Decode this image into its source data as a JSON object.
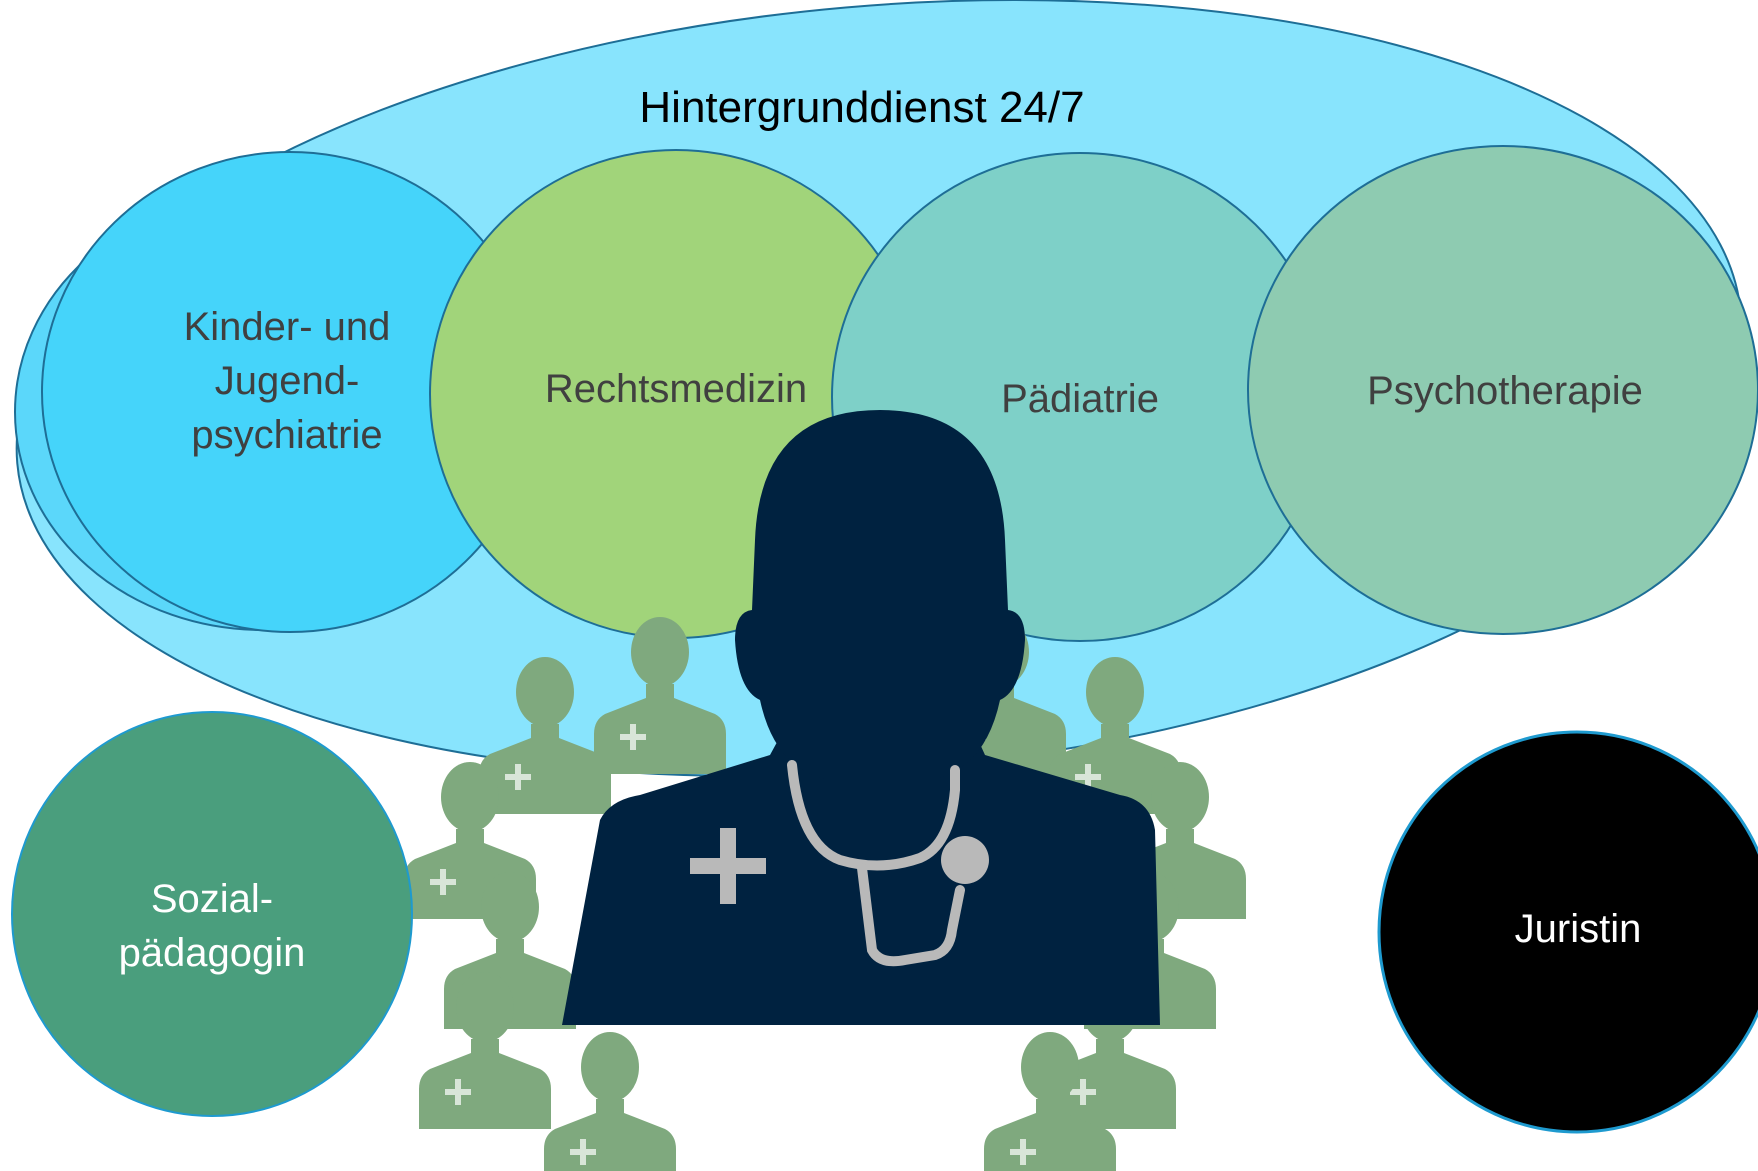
{
  "diagram": {
    "title": "Hintergrunddienst 24/7",
    "disciplines": [
      {
        "label_lines": [
          "Kinder- und",
          "Jugend-",
          "psychiatrie"
        ],
        "fill": "#45D4FA"
      },
      {
        "label_lines": [
          "Rechtsmedizin"
        ],
        "fill": "#A1D47A"
      },
      {
        "label_lines": [
          "Pädiatrie"
        ],
        "fill": "#7ED0C8"
      },
      {
        "label_lines": [
          "Psychotherapie"
        ],
        "fill": "#8ECBB1"
      }
    ],
    "side_roles": [
      {
        "label_lines": [
          "Sozial-",
          "pädagogin"
        ],
        "fill": "#4A9E7D"
      },
      {
        "label_lines": [
          "Juristin"
        ],
        "fill": "#000000"
      }
    ]
  },
  "colors": {
    "outer_ellipse": "#88E4FD",
    "outline": "#1E6E96",
    "doctor_silhouette": "#002240",
    "team_silhouettes": "#7FA97E",
    "dark_text": "#404040",
    "light_text": "#ffffff"
  },
  "icons": [
    "doctor-icon",
    "team-member-icon",
    "stethoscope-icon",
    "medical-cross-icon"
  ]
}
